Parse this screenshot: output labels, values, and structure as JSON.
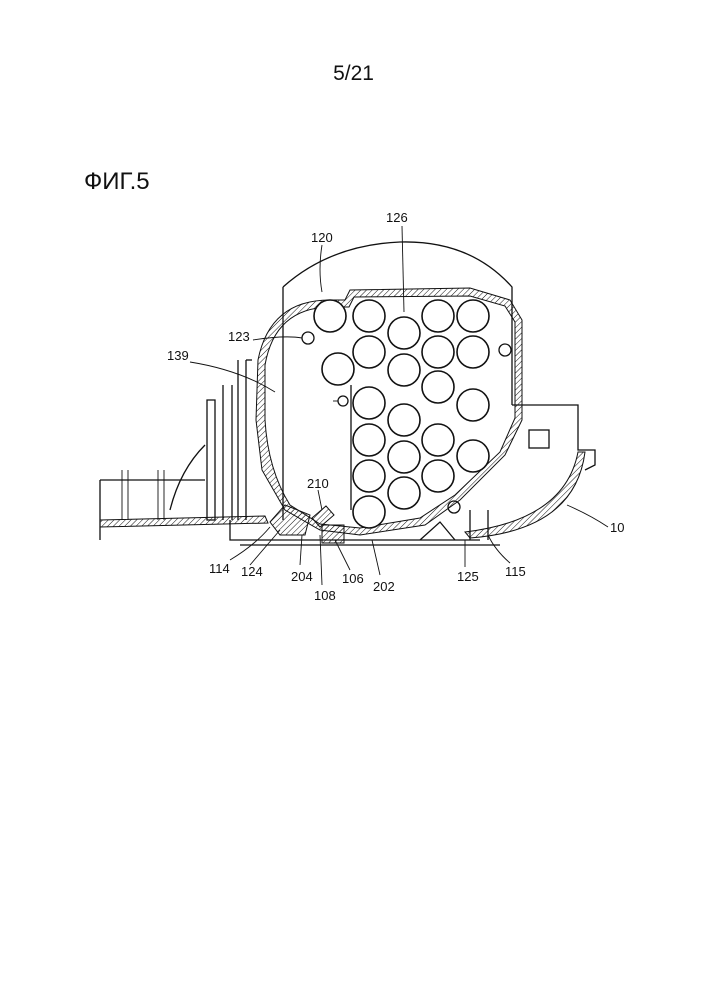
{
  "header": {
    "page_number": "5/21"
  },
  "figure": {
    "title": "ФИГ.5",
    "labels": {
      "l126": "126",
      "l120": "120",
      "l123": "123",
      "l139": "139",
      "l210": "210",
      "l10": "10",
      "l114": "114",
      "l124": "124",
      "l204": "204",
      "l108": "108",
      "l106": "106",
      "l202": "202",
      "l125": "125",
      "l115": "115"
    }
  }
}
